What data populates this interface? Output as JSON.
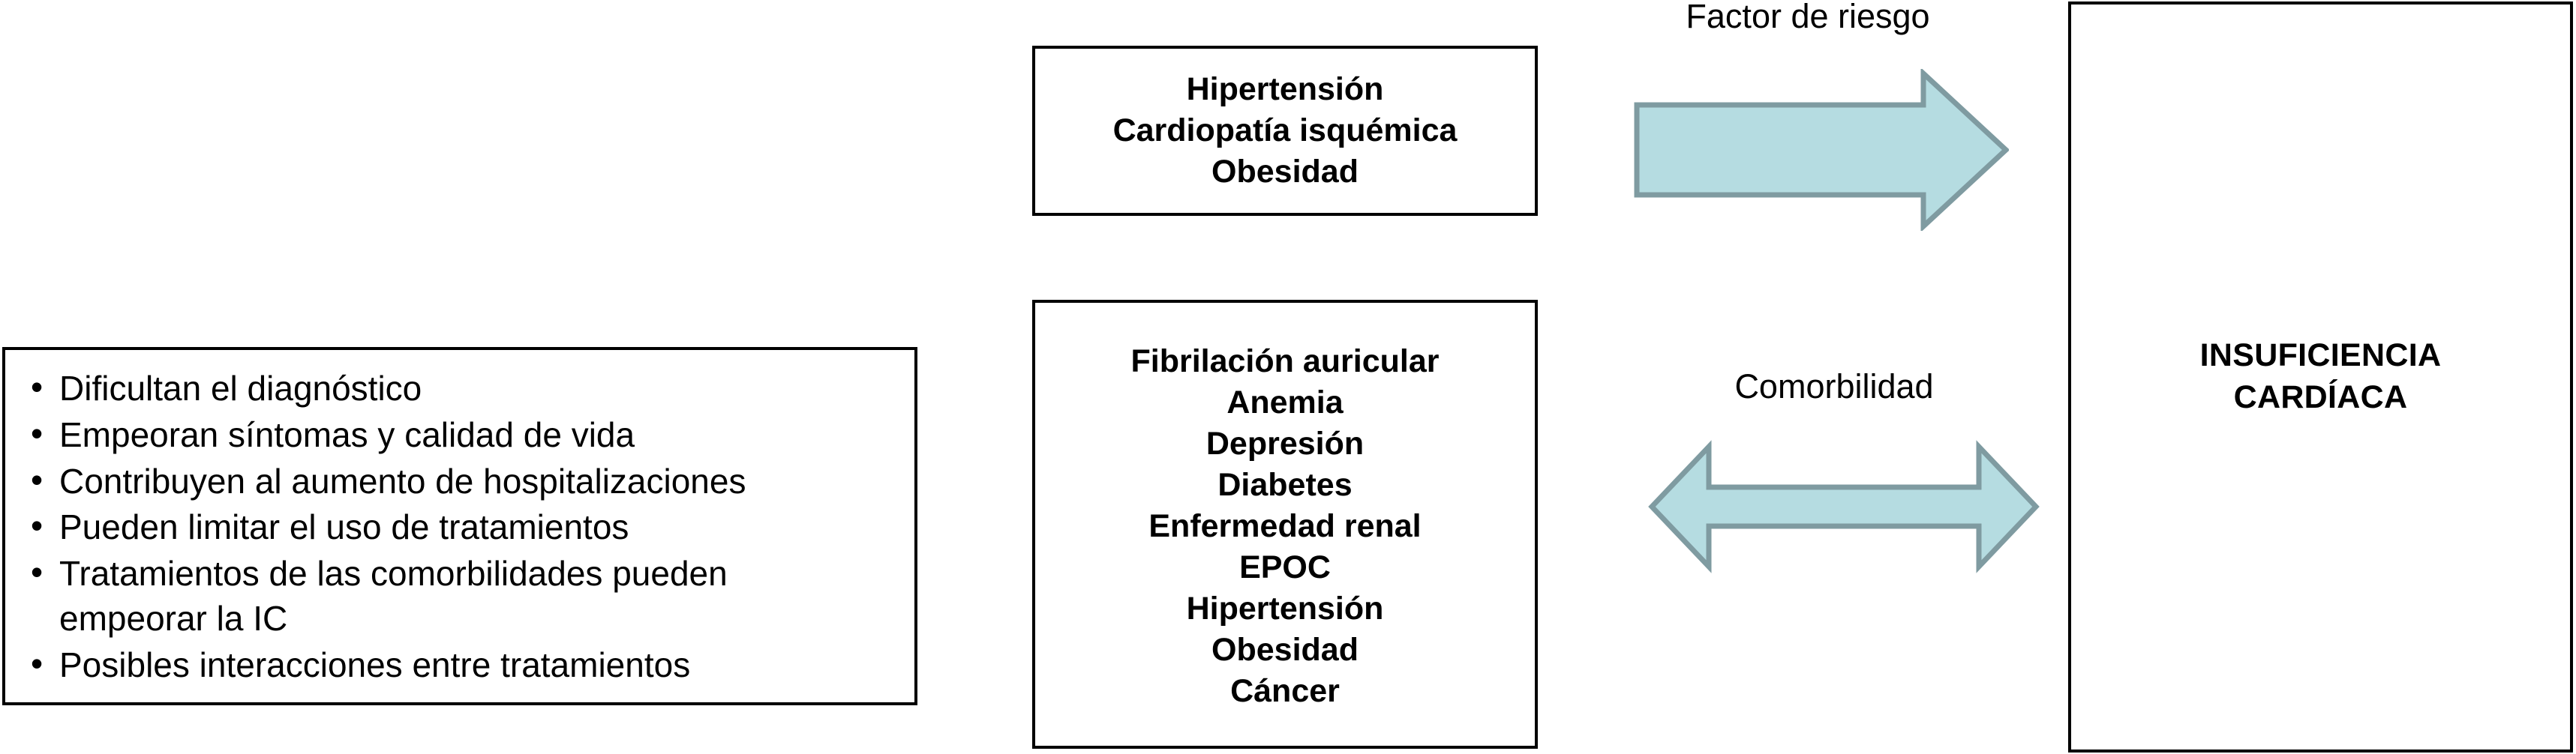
{
  "diagram": {
    "impact_list": {
      "items": [
        "Dificultan el diagnóstico",
        "Empeoran síntomas y calidad de vida",
        "Contribuyen al aumento de hospitalizaciones",
        "Pueden limitar el uso de tratamientos",
        "Tratamientos de las comorbilidades pueden\nempeorar la IC",
        "Posibles interacciones entre tratamientos"
      ]
    },
    "risk_factors_box": {
      "items": [
        "Hipertensión",
        "Cardiopatía isquémica",
        "Obesidad"
      ]
    },
    "comorbidities_box": {
      "items": [
        "Fibrilación auricular",
        "Anemia",
        "Depresión",
        "Diabetes",
        "Enfermedad renal",
        "EPOC",
        "Hipertensión",
        "Obesidad",
        "Cáncer"
      ]
    },
    "outcome_box": {
      "title": "INSUFICIENCIA\nCARDÍACA"
    },
    "connectors": {
      "risk_label": "Factor de riesgo",
      "comorbidity_label": "Comorbilidad",
      "risk_arrow_icon": "arrow-right-icon",
      "comorbidity_arrow_icon": "arrow-left-right-icon"
    },
    "colors": {
      "arrow_fill": "#b5dce1",
      "arrow_stroke": "#7f9ba1",
      "box_border": "#000000",
      "text": "#000000",
      "background": "#ffffff"
    }
  }
}
